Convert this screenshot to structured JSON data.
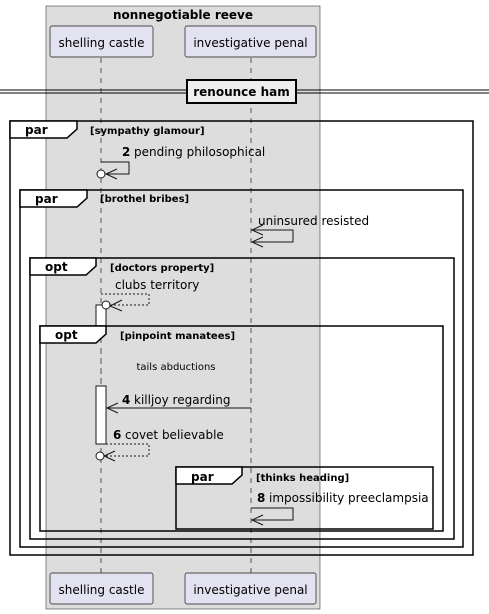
{
  "box": {
    "title": "nonnegotiable reeve",
    "color": "#dddddd"
  },
  "participants": [
    {
      "id": "p1",
      "label": "shelling castle"
    },
    {
      "id": "p2",
      "label": "investigative penal"
    }
  ],
  "divider": {
    "label": "renounce ham"
  },
  "fragments": [
    {
      "id": "f1",
      "kind": "par",
      "guard": "[sympathy glamour]"
    },
    {
      "id": "f2",
      "kind": "par",
      "guard": "[brothel bribes]"
    },
    {
      "id": "f3",
      "kind": "opt",
      "guard": "[doctors property]"
    },
    {
      "id": "f4",
      "kind": "opt",
      "guard": "[pinpoint manatees]"
    },
    {
      "id": "f5",
      "kind": "par",
      "guard": "[thinks heading]"
    }
  ],
  "messages": [
    {
      "id": "m2",
      "number": "2",
      "text": "pending philosophical"
    },
    {
      "id": "m_ur",
      "number": "",
      "text": "uninsured resisted"
    },
    {
      "id": "m_ct",
      "number": "",
      "text": "clubs territory"
    },
    {
      "id": "m4",
      "number": "4",
      "text": "killjoy regarding"
    },
    {
      "id": "m6",
      "number": "6",
      "text": "covet believable"
    },
    {
      "id": "m8",
      "number": "8",
      "text": "impossibility preeclampsia"
    }
  ],
  "delay": {
    "text": "tails abductions"
  },
  "colors": {
    "participant_fill": "#e2e2f0",
    "group_fill": "#dddddd",
    "line": "#181818"
  }
}
